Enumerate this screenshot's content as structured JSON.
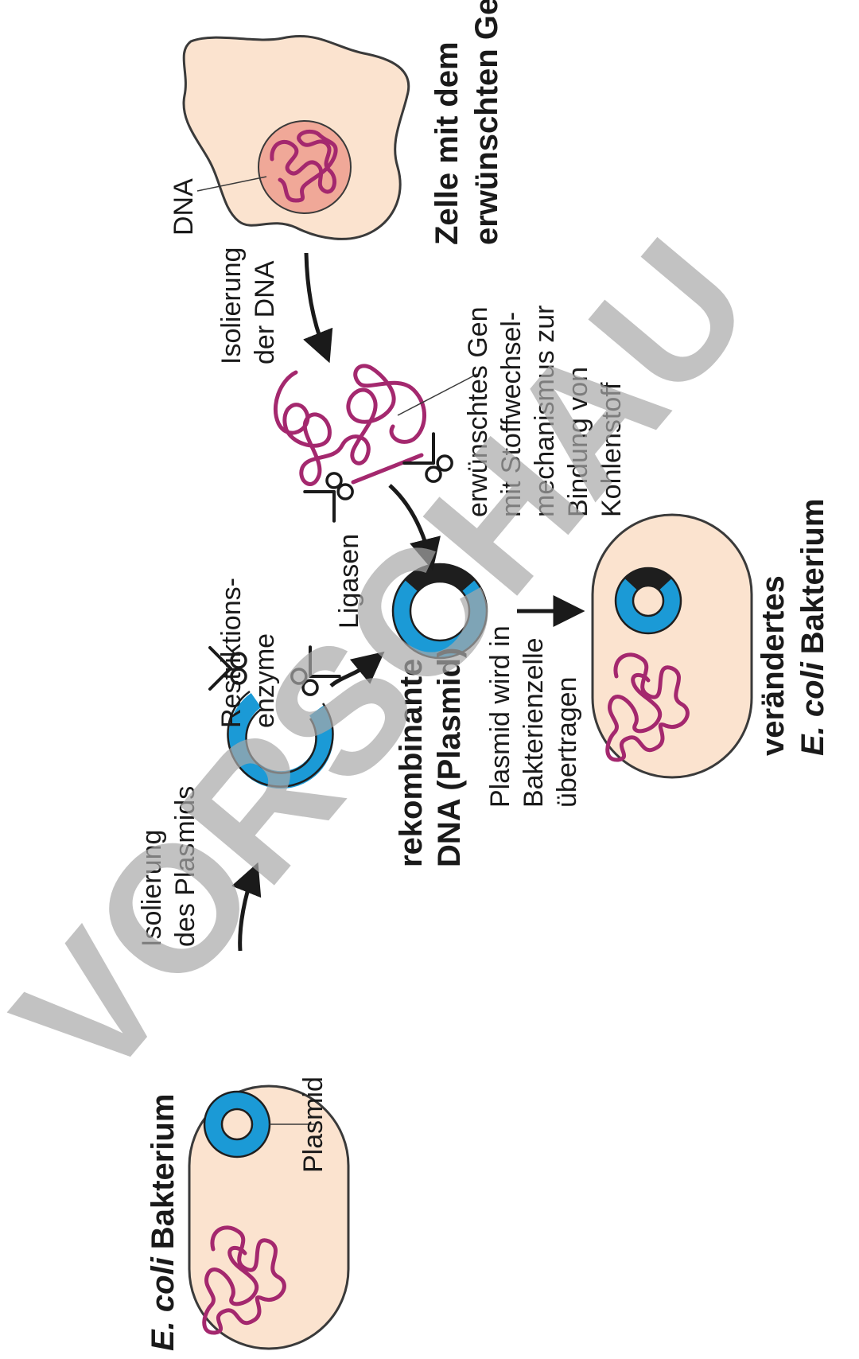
{
  "diagram": {
    "cells": {
      "ecoli_label_italic": "E. coli",
      "ecoli_label_bold": "Bakterium",
      "plasmid_label": "Plasmid",
      "zelle_line1": "Zelle mit dem",
      "zelle_line2": "erwünschten Gen",
      "dna_label": "DNA",
      "modified_line1": "verändertes",
      "modified_line2_italic": "E. coli",
      "modified_line2_bold": "Bakterium"
    },
    "steps": {
      "isolate_plasmid": [
        "Isolierung",
        "des Plasmids"
      ],
      "isolate_dna": [
        "Isolierung",
        "der DNA"
      ],
      "restriction": [
        "Restriktions-",
        "enzyme"
      ],
      "ligase": "Ligasen",
      "gene": [
        "erwünschtes Gen",
        "mit Stoffwechsel-",
        "mechanismus zur",
        "Bindung von",
        "Kohlenstoff"
      ],
      "recombinant": [
        "rekombinante",
        "DNA (Plasmid)"
      ],
      "transfer": [
        "Plasmid wird in",
        "Bakterienzelle",
        "übertragen"
      ]
    },
    "watermark": "VORSCHAU",
    "colors": {
      "cytoplasm": "#fbe3cf",
      "nucleus": "#f0a898",
      "dna": "#a4286e",
      "plasmid": "#1b9ad6",
      "inserted_gene": "#1e1e1e"
    }
  }
}
